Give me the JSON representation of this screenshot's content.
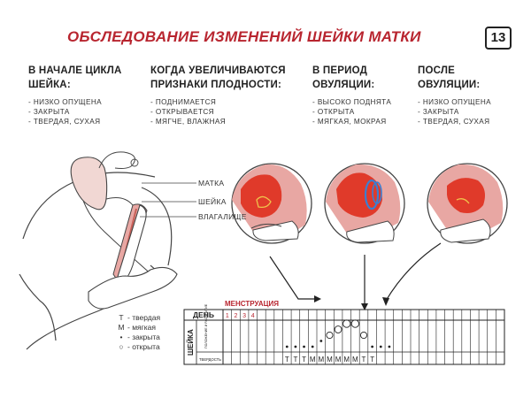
{
  "header": {
    "title": "ОБСЛЕДОВАНИЕ ИЗМЕНЕНИЙ ШЕЙКИ МАТКИ",
    "page_number": "13"
  },
  "columns": [
    {
      "heading_1": "В НАЧАЛЕ ЦИКЛА",
      "heading_2": "ШЕЙКА:",
      "items": [
        "НИЗКО ОПУЩЕНА",
        "ЗАКРЫТА",
        "ТВЕРДАЯ, СУХАЯ"
      ]
    },
    {
      "heading_1": "КОГДА УВЕЛИЧИВАЮТСЯ",
      "heading_2": "ПРИЗНАКИ ПЛОДНОСТИ:",
      "items": [
        "ПОДНИМАЕТСЯ",
        "ОТКРЫВАЕТСЯ",
        "МЯГЧЕ, ВЛАЖНАЯ"
      ]
    },
    {
      "heading_1": "В ПЕРИОД",
      "heading_2": "ОВУЛЯЦИИ:",
      "items": [
        "ВЫСОКО ПОДНЯТА",
        "ОТКРЫТА",
        "МЯГКАЯ, МОКРАЯ"
      ]
    },
    {
      "heading_1": "ПОСЛЕ",
      "heading_2": "ОВУЛЯЦИИ:",
      "items": [
        "НИЗКО ОПУЩЕНА",
        "ЗАКРЫТА",
        "ТВЕРДАЯ, СУХАЯ"
      ]
    }
  ],
  "anatomy": {
    "uterus": "МАТКА",
    "cervix": "ШЕЙКА",
    "vagina": "ВЛАГАЛИЩЕ"
  },
  "legend": [
    {
      "symbol": "Т",
      "text": "- твердая"
    },
    {
      "symbol": "М",
      "text": "- мягкая"
    },
    {
      "symbol": "•",
      "text": "- закрыта"
    },
    {
      "symbol": "○",
      "text": "- открыта"
    }
  ],
  "chart": {
    "menstruation_label": "МЕНСТРУАЦИЯ",
    "day_label": "ДЕНЬ",
    "side_label": "ШЕЙКА",
    "row1_label": "ПОЛОЖЕНИЕ И РАСКРЫТИЕ",
    "row2_label": "ТВЕРДОСТЬ",
    "days": [
      "1",
      "2",
      "3",
      "4"
    ],
    "firmness": [
      "Т",
      "Т",
      "Т",
      "М",
      "М",
      "М",
      "М",
      "М",
      "М",
      "Т",
      "Т"
    ],
    "colors": {
      "accent": "#b8252f",
      "pink": "#e8a7a3",
      "red": "#e03a2a"
    }
  },
  "chart_data": {
    "type": "table",
    "title": "",
    "columns_total": 33,
    "menstruation_days": [
      "1",
      "2",
      "3",
      "4"
    ],
    "cervix_position": [
      {
        "day": 8,
        "level": 0,
        "state": "closed"
      },
      {
        "day": 9,
        "level": 0,
        "state": "closed"
      },
      {
        "day": 10,
        "level": 0,
        "state": "closed"
      },
      {
        "day": 11,
        "level": 0,
        "state": "closed"
      },
      {
        "day": 12,
        "level": 1,
        "state": "closed"
      },
      {
        "day": 13,
        "level": 2,
        "state": "open"
      },
      {
        "day": 14,
        "level": 3,
        "state": "open"
      },
      {
        "day": 15,
        "level": 4,
        "state": "open"
      },
      {
        "day": 16,
        "level": 4,
        "state": "open"
      },
      {
        "day": 17,
        "level": 2,
        "state": "open"
      },
      {
        "day": 18,
        "level": 0,
        "state": "closed"
      },
      {
        "day": 19,
        "level": 0,
        "state": "closed"
      },
      {
        "day": 20,
        "level": 0,
        "state": "closed"
      }
    ],
    "firmness_start_day": 8
  }
}
